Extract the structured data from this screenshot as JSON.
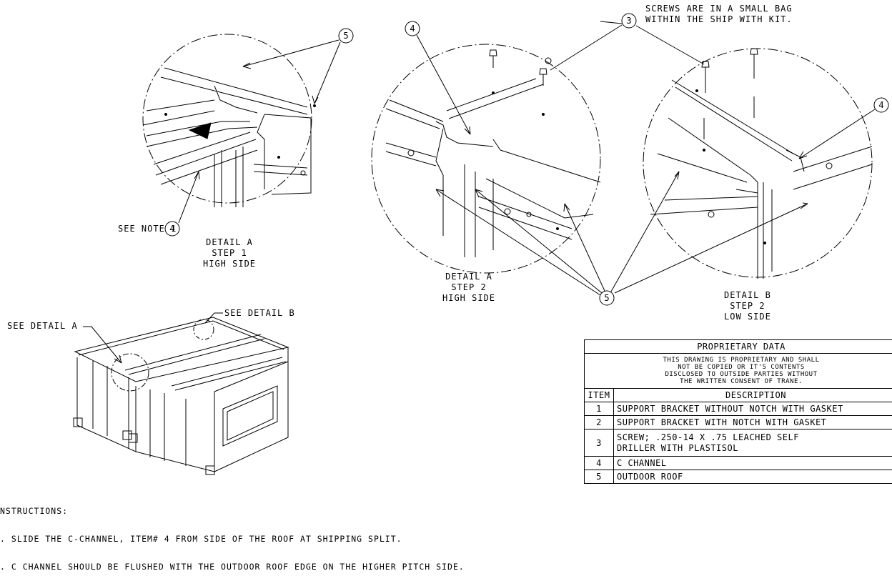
{
  "labels": {
    "screws_note": "SCREWS ARE IN A SMALL BAG\nWITHIN THE SHIP WITH KIT.",
    "see_note_1": "SEE NOTE 1",
    "detail_a_step1": "DETAIL A\nSTEP 1\nHIGH SIDE",
    "detail_a_step2": "DETAIL A\nSTEP 2\nHIGH SIDE",
    "detail_b_step2": "DETAIL B\nSTEP 2\nLOW SIDE",
    "see_detail_a": "SEE DETAIL A",
    "see_detail_b": "SEE DETAIL B"
  },
  "balloons": {
    "b5_top": "5",
    "b4_mid": "4",
    "b3": "3",
    "b4_right": "4",
    "b4_note": "4",
    "b5_bottom": "5"
  },
  "table": {
    "header": "PROPRIETARY DATA",
    "notice": "THIS DRAWING IS PROPRIETARY AND SHALL\nNOT BE COPIED OR IT'S CONTENTS\nDISCLOSED TO OUTSIDE PARTIES WITHOUT\nTHE WRITTEN CONSENT OF TRANE.",
    "col_item": "ITEM",
    "col_desc": "DESCRIPTION",
    "rows": [
      {
        "item": "1",
        "desc": "SUPPORT BRACKET WITHOUT NOTCH WITH GASKET"
      },
      {
        "item": "2",
        "desc": "SUPPORT BRACKET WITH NOTCH WITH GASKET"
      },
      {
        "item": "3",
        "desc": "SCREW; .250-14 X .75 LEACHED SELF\nDRILLER WITH PLASTISOL"
      },
      {
        "item": "4",
        "desc": "C CHANNEL"
      },
      {
        "item": "5",
        "desc": "OUTDOOR ROOF"
      }
    ]
  },
  "notes": {
    "title": "NSTRUCTIONS:",
    "line1": ". SLIDE THE C-CHANNEL, ITEM# 4 FROM SIDE OF THE ROOF AT SHIPPING SPLIT.",
    "line2": ". C CHANNEL SHOULD BE FLUSHED WITH THE OUTDOOR ROOF EDGE ON THE HIGHER PITCH SIDE."
  }
}
